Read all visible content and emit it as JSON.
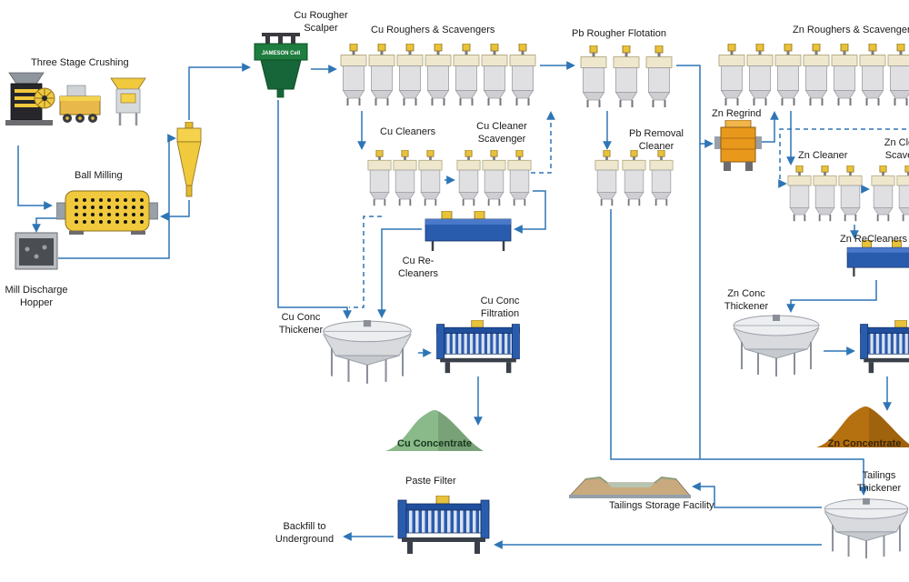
{
  "diagram": {
    "labels": {
      "three_stage_crushing": "Three Stage Crushing",
      "ball_milling": "Ball Milling",
      "mill_discharge_hopper": "Mill Discharge Hopper",
      "cu_rougher_scalper": "Cu Rougher Scalper",
      "jameson_brand": "JAMESON Cell",
      "cu_roughers_scavengers": "Cu Roughers & Scavengers",
      "cu_cleaners": "Cu Cleaners",
      "cu_cleaner_scavenger": "Cu Cleaner Scavenger",
      "cu_recleaners": "Cu Re-Cleaners",
      "cu_conc_thickener": "Cu Conc Thickener",
      "cu_conc_filtration": "Cu Conc Filtration",
      "cu_concentrate": "Cu Concentrate",
      "pb_rougher_flotation": "Pb Rougher Flotation",
      "pb_removal_cleaner": "Pb Removal Cleaner",
      "zn_regrind": "Zn Regrind",
      "zn_roughers_scavengers": "Zn Roughers & Scavengers",
      "zn_cleaner": "Zn Cleaner",
      "zn_cleaner_scavenger": "Zn Cleaner Scavenger",
      "zn_recleaners": "Zn ReCleaners",
      "zn_conc_thickener": "Zn Conc Thickener",
      "zn_concentrate": "Zn Concentrate",
      "paste_filter": "Paste Filter",
      "tailings_storage_facility": "Tailings Storage Facility",
      "tailings_thickener": "Tailings Thickener",
      "backfill_to_underground": "Backfill to Underground"
    },
    "colors": {
      "flow_arrow": "#2e75b6",
      "cu_concentrate_pile": "#8ab98a",
      "zn_concentrate_pile": "#b5700f",
      "jameson_green": "#1e7d3f",
      "equipment_yellow": "#f0c93c",
      "filter_blue": "#2a5cae"
    }
  }
}
